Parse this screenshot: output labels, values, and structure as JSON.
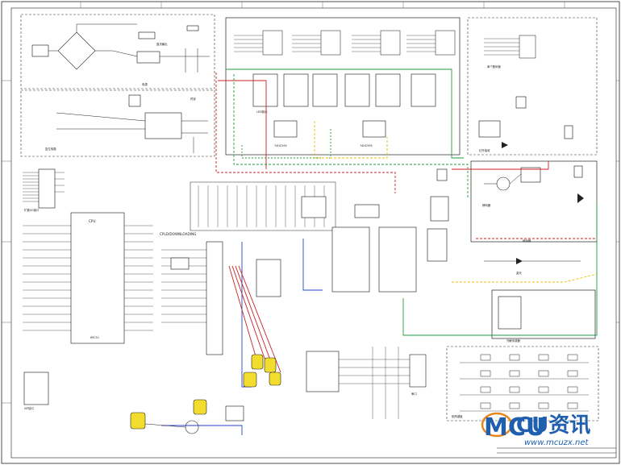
{
  "labels": {
    "block_power_rect": "直流输出",
    "block_power": "电源",
    "block_rtc": "时钟",
    "block_sensor": "温度",
    "block_reset": "复位电路",
    "block_isp": "ISP接口",
    "block_ext_io": "扩展I/O接口",
    "block_led_drive": "LED驱动",
    "block_hc595_a": "74HC595",
    "block_hc595_b": "74HC595",
    "block_single_digit": "单个数码管",
    "block_ir": "红外接收",
    "block_relay": "继电器",
    "block_buzzer": "蜂鸣器",
    "block_laser": "激光",
    "block_light_sensor": "光敏传感器",
    "block_keypad": "矩阵键盘",
    "block_serial": "串口",
    "block_cpld": "CPLD/DOWNLOADING",
    "block_mcu": "89C51",
    "cpu_label": "CPU",
    "footer_label": "MCU",
    "watermark_main": "CU资讯",
    "watermark_url": "www.mcuzx.net"
  },
  "colors": {
    "wire_red": "#cc2222",
    "wire_green": "#1f9e3a",
    "wire_blue": "#2244cc",
    "wire_yellow": "#e8c000",
    "wire_gray": "#777777",
    "jumper_yellow": "#f2dc2e",
    "watermark_blue": "#1f5fae",
    "watermark_orange": "#e8861c"
  }
}
